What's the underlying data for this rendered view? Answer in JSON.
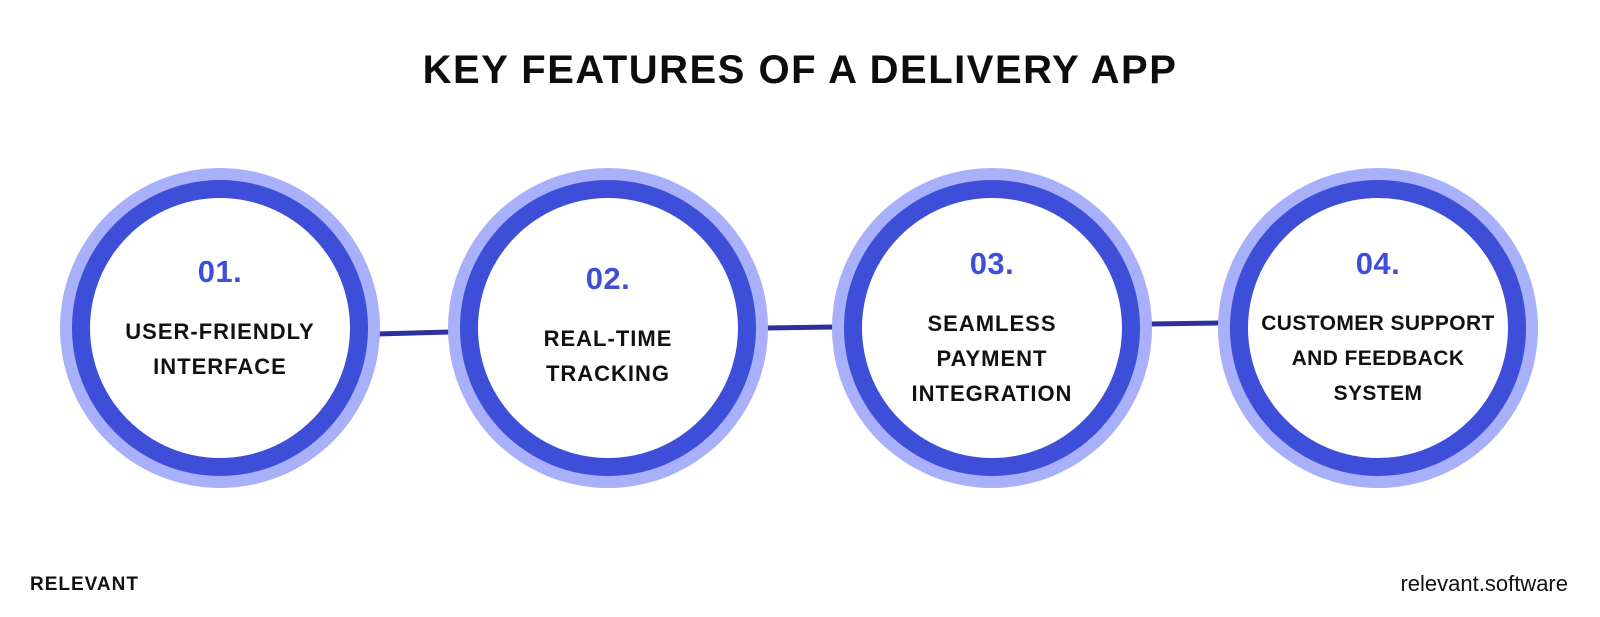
{
  "title": "KEY FEATURES OF A DELIVERY APP",
  "features": [
    {
      "number": "01.",
      "label": "USER-FRIENDLY\nINTERFACE"
    },
    {
      "number": "02.",
      "label": "REAL-TIME\nTRACKING"
    },
    {
      "number": "03.",
      "label": "SEAMLESS\nPAYMENT\nINTEGRATION"
    },
    {
      "number": "04.",
      "label": "CUSTOMER SUPPORT\nAND FEEDBACK\nSYSTEM"
    }
  ],
  "footer": {
    "brand": "RELEVANT",
    "website": "relevant.software"
  },
  "colors": {
    "accent": "#3d4ed8",
    "outer_ring": "#a7b0f8",
    "connector": "#2e2f9e",
    "text": "#111111"
  }
}
